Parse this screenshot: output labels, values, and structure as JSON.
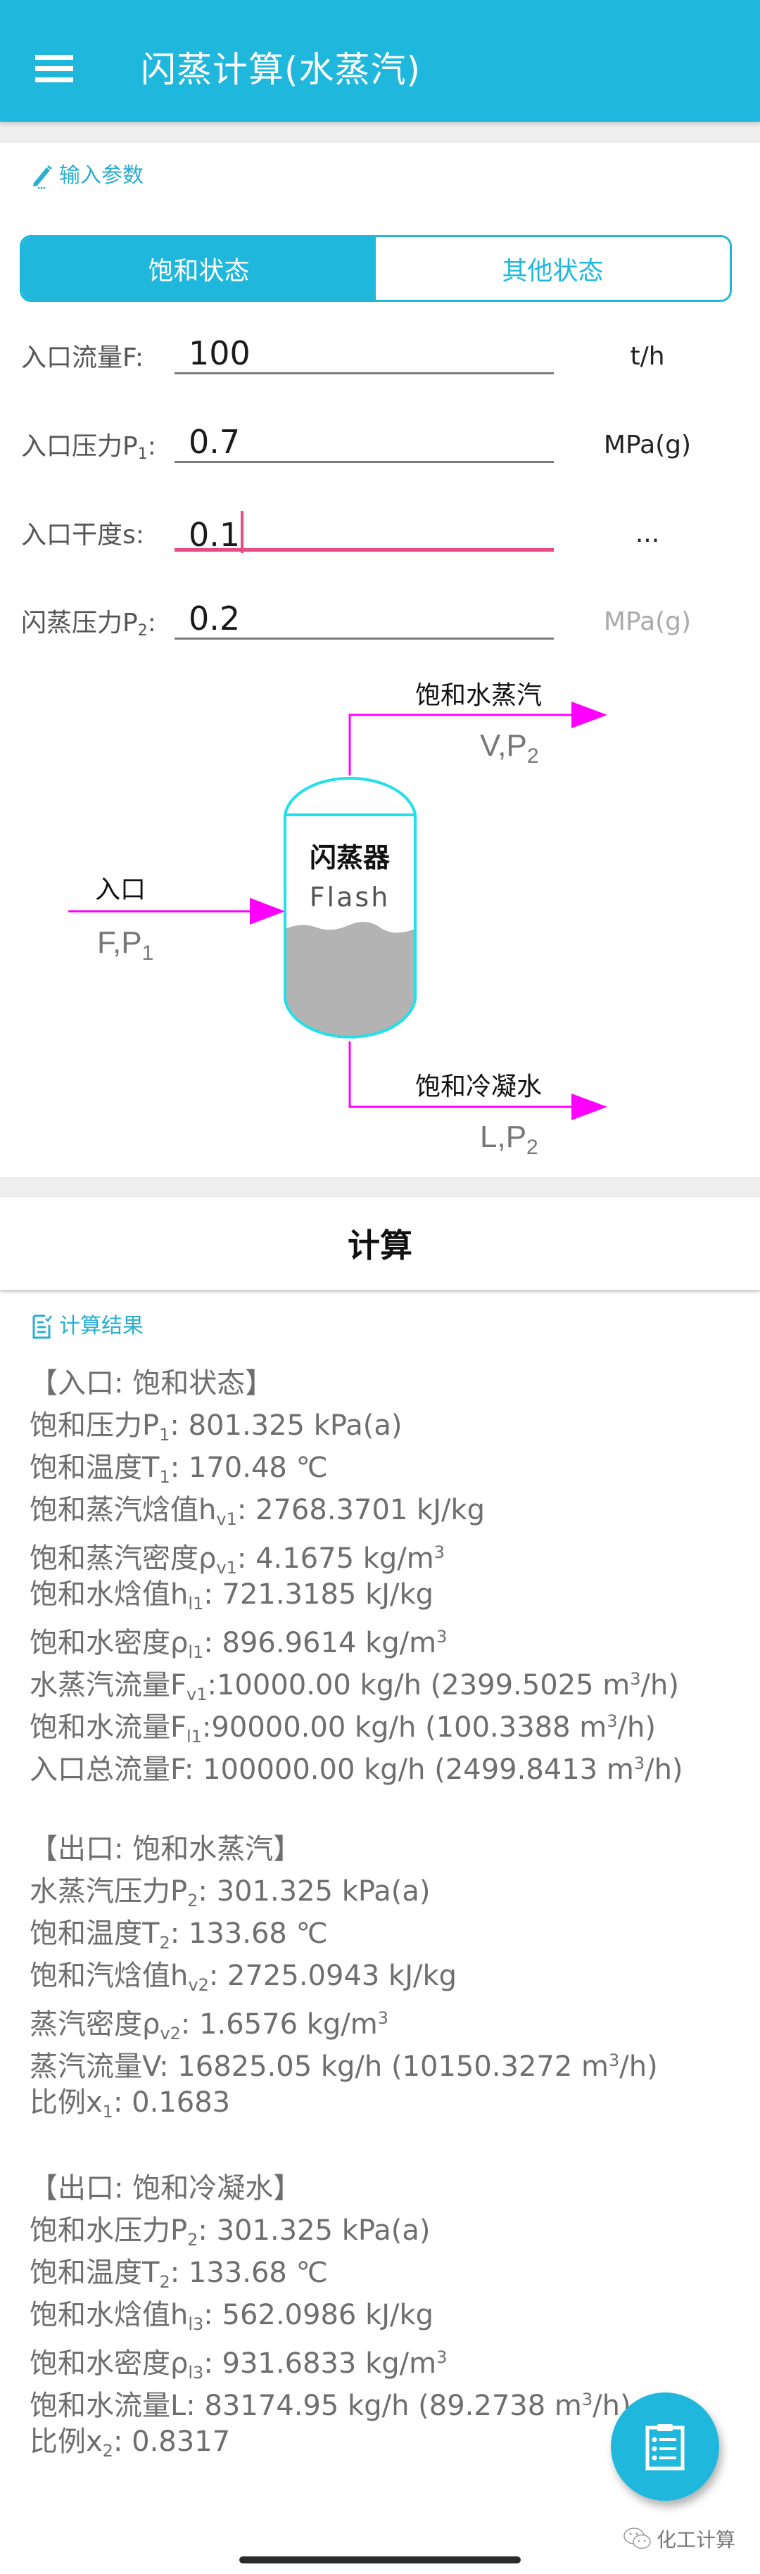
{
  "appbar": {
    "menu_icon": "hamburger-menu-icon",
    "title": "闪蒸计算(水蒸汽)"
  },
  "input_section": {
    "icon": "pencil-icon",
    "title": "输入参数",
    "state_toggle": {
      "options": [
        {
          "label": "饱和状态",
          "selected": true
        },
        {
          "label": "其他状态",
          "selected": false
        }
      ]
    },
    "fields": [
      {
        "label": "入口流量F:",
        "label_sub": "",
        "value": "100",
        "unit": "t/h",
        "focused": false,
        "unit_muted": false
      },
      {
        "label": "入口压力P",
        "label_sub": "1",
        "label_suffix": ":",
        "value": "0.7",
        "unit": "MPa(g)",
        "focused": false,
        "unit_muted": false
      },
      {
        "label": "入口干度s:",
        "label_sub": "",
        "value": "0.1",
        "unit": "...",
        "focused": true,
        "unit_muted": false
      },
      {
        "label": "闪蒸压力P",
        "label_sub": "2",
        "label_suffix": ":",
        "value": "0.2",
        "unit": "MPa(g)",
        "focused": false,
        "unit_muted": true
      }
    ]
  },
  "diagram": {
    "vessel_label_cn": "闪蒸器",
    "vessel_label_en": "Flash",
    "inlet_label": "入口",
    "inlet_vars": "F,P",
    "inlet_vars_sub": "1",
    "vapor_label": "饱和水蒸汽",
    "vapor_vars": "V,P",
    "vapor_vars_sub": "2",
    "liquid_label": "饱和冷凝水",
    "liquid_vars": "L,P",
    "liquid_vars_sub": "2",
    "colors": {
      "pipe": "#ff00ff",
      "vessel_outline": "#22e0e8",
      "liquid": "#b3b3b3"
    }
  },
  "calc_button": {
    "label": "计算"
  },
  "results": {
    "icon": "document-check-icon",
    "title": "计算结果",
    "inlet": {
      "heading": "【入口: 饱和状态】",
      "lines": [
        {
          "pre": "饱和压力P",
          "sub": "1",
          "post": ": 801.325 kPa(a)"
        },
        {
          "pre": "饱和温度T",
          "sub": "1",
          "post": ": 170.48 ℃"
        },
        {
          "pre": "饱和蒸汽焓值h",
          "sub": "v1",
          "post": ": 2768.3701 kJ/kg"
        },
        {
          "pre": "饱和蒸汽密度ρ",
          "sub": "v1",
          "post": ": 4.1675 kg/m",
          "sup": "3"
        },
        {
          "pre": "饱和水焓值h",
          "sub": "l1",
          "post": ": 721.3185 kJ/kg"
        },
        {
          "pre": "饱和水密度ρ",
          "sub": "l1",
          "post": ": 896.9614 kg/m",
          "sup": "3"
        },
        {
          "pre": "水蒸汽流量F",
          "sub": "v1",
          "post": ":10000.00 kg/h (2399.5025 m",
          "sup": "3",
          "tail": "/h)"
        },
        {
          "pre": "饱和水流量F",
          "sub": "l1",
          "post": ":90000.00 kg/h (100.3388 m",
          "sup": "3",
          "tail": "/h)"
        },
        {
          "pre": "入口总流量F: 100000.00 kg/h (2499.8413 m",
          "sup": "3",
          "tail": "/h)"
        }
      ]
    },
    "vapor_outlet": {
      "heading": "【出口: 饱和水蒸汽】",
      "lines": [
        {
          "pre": "水蒸汽压力P",
          "sub": "2",
          "post": ": 301.325 kPa(a)"
        },
        {
          "pre": "饱和温度T",
          "sub": "2",
          "post": ": 133.68 ℃"
        },
        {
          "pre": "饱和汽焓值h",
          "sub": "v2",
          "post": ": 2725.0943 kJ/kg"
        },
        {
          "pre": "蒸汽密度ρ",
          "sub": "v2",
          "post": ": 1.6576 kg/m",
          "sup": "3"
        },
        {
          "pre": "蒸汽流量V: 16825.05 kg/h (10150.3272 m",
          "sup": "3",
          "tail": "/h)"
        },
        {
          "pre": "比例x",
          "sub": "1",
          "post": ": 0.1683"
        }
      ]
    },
    "liquid_outlet": {
      "heading": "【出口: 饱和冷凝水】",
      "lines": [
        {
          "pre": "饱和水压力P",
          "sub": "2",
          "post": ": 301.325 kPa(a)"
        },
        {
          "pre": "饱和温度T",
          "sub": "2",
          "post": ": 133.68 ℃"
        },
        {
          "pre": "饱和水焓值h",
          "sub": "l3",
          "post": ": 562.0986 kJ/kg"
        },
        {
          "pre": "饱和水密度ρ",
          "sub": "l3",
          "post": ": 931.6833 kg/m",
          "sup": "3"
        },
        {
          "pre": "饱和水流量L: 83174.95 kg/h (89.2738 m",
          "sup": "3",
          "tail": "/h)"
        },
        {
          "pre": "比例x",
          "sub": "2",
          "post": ": 0.8317"
        }
      ]
    }
  },
  "fab": {
    "icon": "clipboard-list-icon"
  },
  "watermark": {
    "icon": "wechat-icon",
    "text": "化工计算"
  },
  "theme": {
    "primary": "#1fb8dc",
    "focus_accent": "#e84a86",
    "divider_gray": "#eeeeee"
  }
}
